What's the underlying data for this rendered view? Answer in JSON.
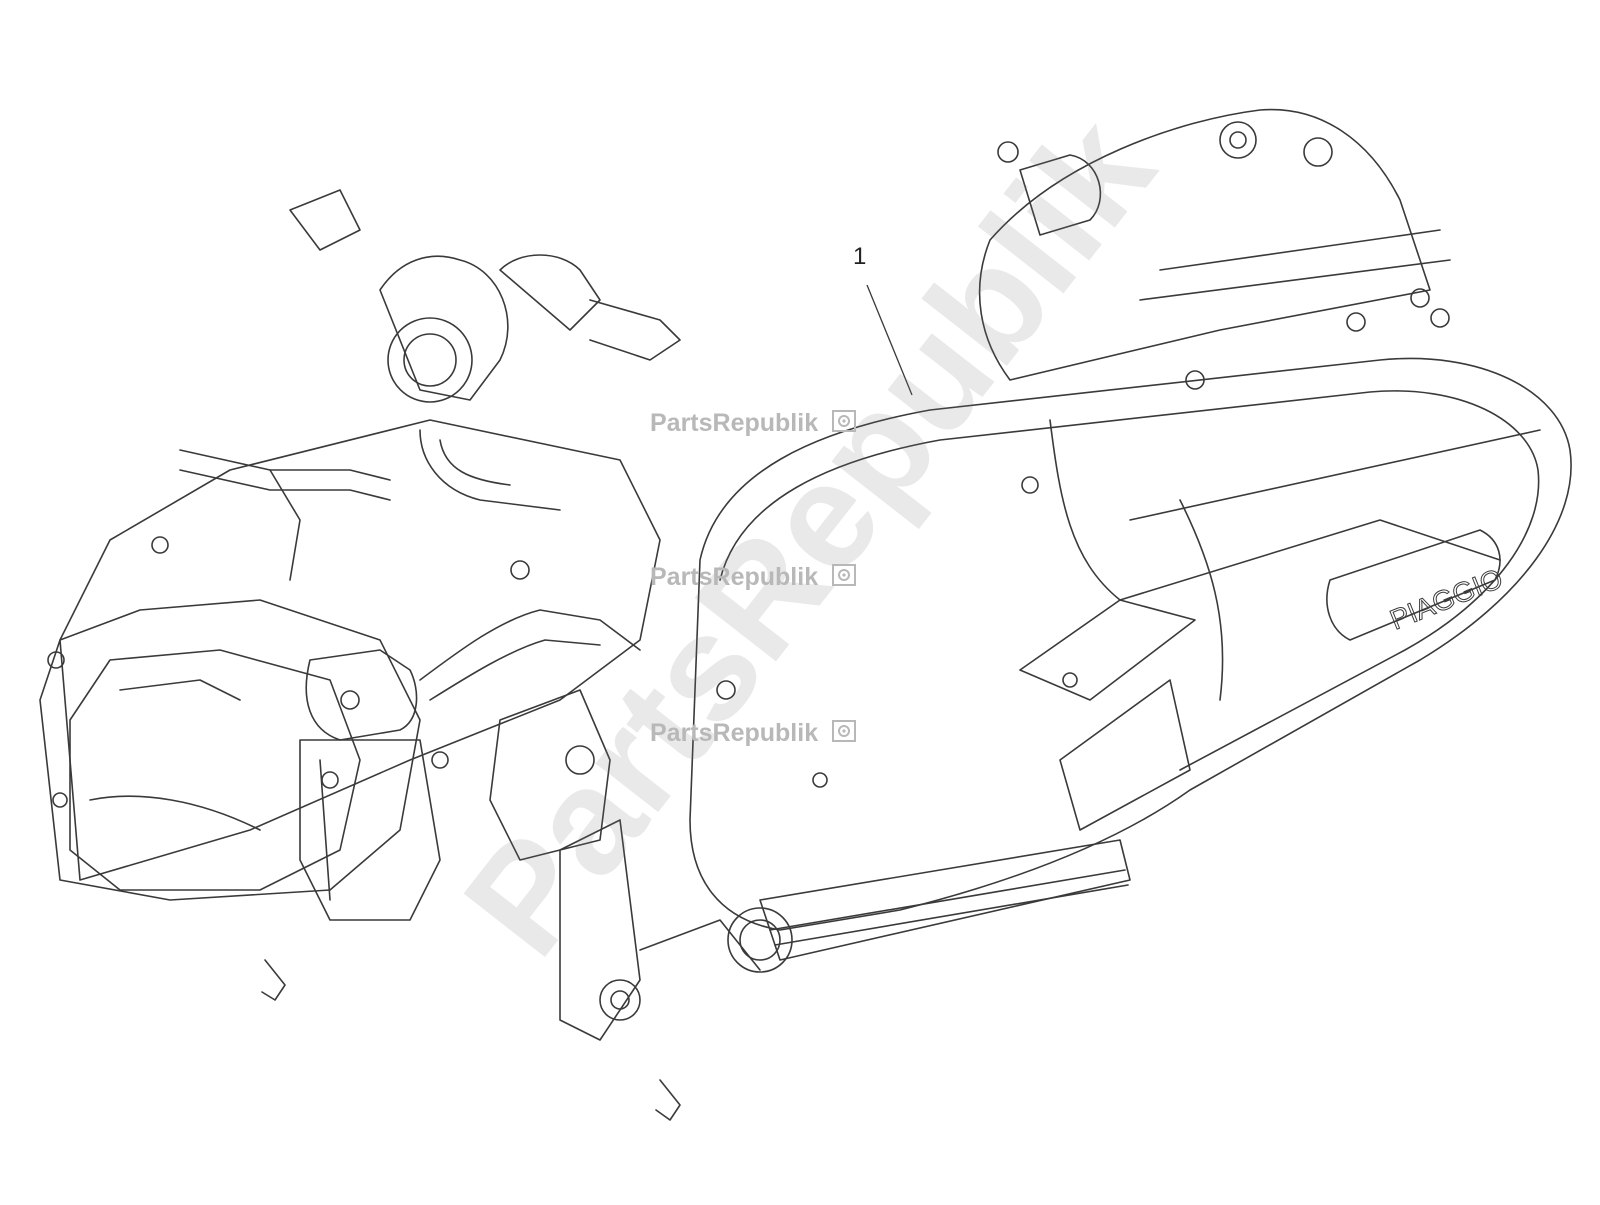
{
  "callouts": [
    {
      "label": "1"
    }
  ],
  "brand_mark": "PIAGGIO",
  "watermark": {
    "text": "PartsRepublik",
    "diagonal_text": "PartsRepublik",
    "icon": "gear-icon"
  },
  "colors": {
    "line": "#3a3a3a",
    "watermark": "#b8b8b8"
  }
}
